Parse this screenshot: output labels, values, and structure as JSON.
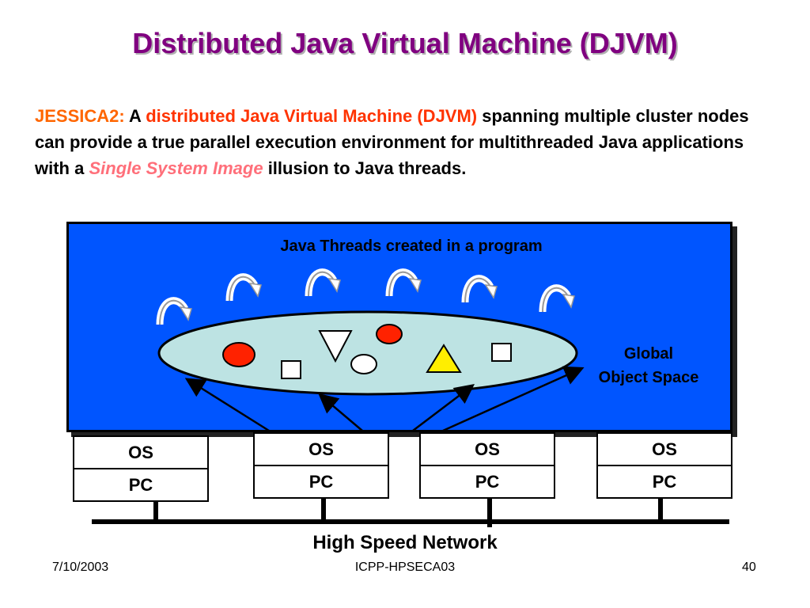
{
  "slide": {
    "title": "Distributed Java Virtual Machine (DJVM)",
    "intro": {
      "lead": "JESSICA2:",
      "part1": "A",
      "accent": "distributed Java Virtual Machine (DJVM)",
      "part2": "spanning multiple cluster nodes can provide a true parallel execution environment for multithreaded Java applications with a",
      "ssi": "Single System Image",
      "part3": "illusion to Java threads."
    }
  },
  "diagram": {
    "threads_label": "Java Threads created in a program",
    "object_space_line1": "Global",
    "object_space_line2": "Object Space",
    "nodes": [
      {
        "os": "OS",
        "pc": "PC"
      },
      {
        "os": "OS",
        "pc": "PC"
      },
      {
        "os": "OS",
        "pc": "PC"
      },
      {
        "os": "OS",
        "pc": "PC"
      }
    ],
    "network_label": "High Speed Network",
    "colors": {
      "box": "#0055ff",
      "ellipse": "#bde3e3",
      "red_object": "#ff2200",
      "triangle_yellow": "#ffee00"
    }
  },
  "footer": {
    "date": "7/10/2003",
    "center": "ICPP-HPSECA03",
    "page": "40"
  }
}
